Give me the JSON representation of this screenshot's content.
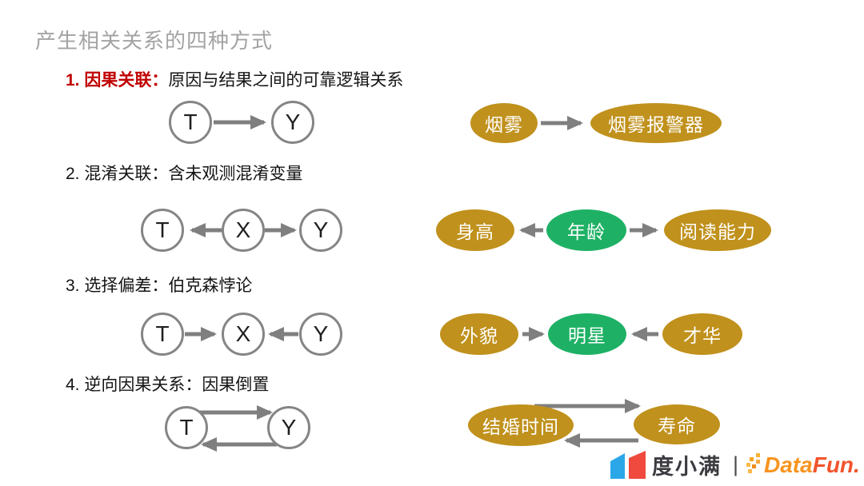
{
  "title": "产生相关关系的四种方式",
  "colors": {
    "title_gray": "#a3a3a3",
    "accent_red": "#c00000",
    "arrow_gray": "#7f7f7f",
    "node_border_gray": "#858585",
    "ellipse_gold": "#c0911c",
    "ellipse_green": "#1eb165",
    "brand_blue": "#2ba7e8",
    "brand_red": "#f0493e",
    "datafun_orange": "#f7941e",
    "datafun_red": "#f2542c"
  },
  "sections": [
    {
      "heading": {
        "prefix": "1. 因果关联：",
        "rest": "原因与结果之间的可靠逻辑关系"
      },
      "diagram": {
        "nodes": [
          "T",
          "Y"
        ],
        "relation": "T → Y"
      },
      "example": {
        "nodes": [
          {
            "label": "烟雾",
            "variant": "gold"
          },
          {
            "label": "烟雾报警器",
            "variant": "gold"
          }
        ],
        "relation": "烟雾 → 烟雾报警器"
      }
    },
    {
      "heading": {
        "prefix": "2. 混淆关联：",
        "rest": "含未观测混淆变量"
      },
      "diagram": {
        "nodes": [
          "T",
          "X",
          "Y"
        ],
        "relation": "T ← X → Y"
      },
      "example": {
        "nodes": [
          {
            "label": "身高",
            "variant": "gold"
          },
          {
            "label": "年龄",
            "variant": "green"
          },
          {
            "label": "阅读能力",
            "variant": "gold"
          }
        ],
        "relation": "身高 ← 年龄 → 阅读能力"
      }
    },
    {
      "heading": {
        "prefix": "3. 选择偏差：",
        "rest": "伯克森悖论"
      },
      "diagram": {
        "nodes": [
          "T",
          "X",
          "Y"
        ],
        "relation": "T → X ← Y"
      },
      "example": {
        "nodes": [
          {
            "label": "外貌",
            "variant": "gold"
          },
          {
            "label": "明星",
            "variant": "green"
          },
          {
            "label": "才华",
            "variant": "gold"
          }
        ],
        "relation": "外貌 → 明星 ← 才华"
      }
    },
    {
      "heading": {
        "prefix": "4. 逆向因果关系：",
        "rest": "因果倒置"
      },
      "diagram": {
        "nodes": [
          "T",
          "Y"
        ],
        "relation": "T ⇄ Y"
      },
      "example": {
        "nodes": [
          {
            "label": "结婚时间",
            "variant": "gold"
          },
          {
            "label": "寿命",
            "variant": "gold"
          }
        ],
        "relation": "结婚时间 ⇄ 寿命"
      }
    }
  ],
  "footer": {
    "brand1": "度小满",
    "divider": "|",
    "brand2_part1": "Data",
    "brand2_part2": "Fun."
  }
}
